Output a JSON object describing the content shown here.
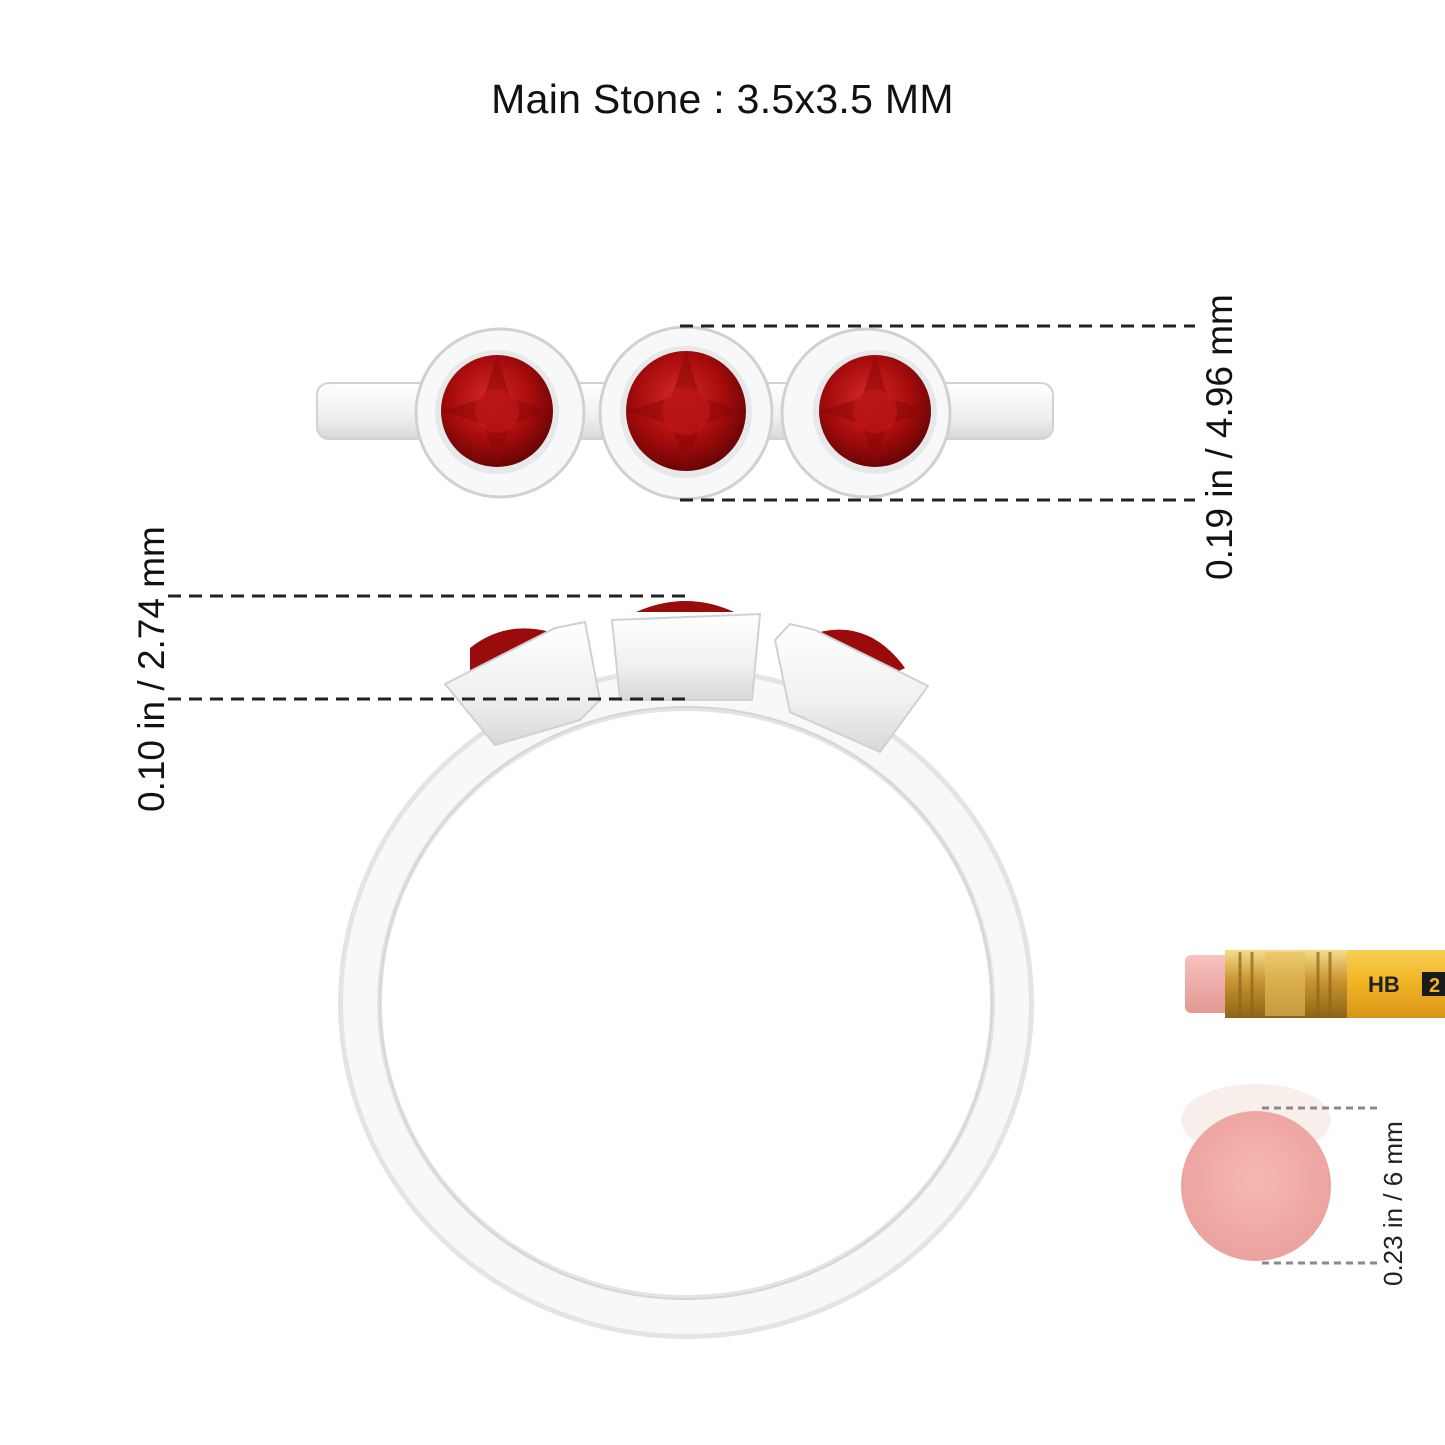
{
  "title": "Main Stone : 3.5x3.5 MM",
  "dimensions": {
    "width_label": "0.19 in / 4.96 mm",
    "height_label": "0.10 in / 2.74 mm",
    "eraser_label": "0.23 in / 6 mm"
  },
  "pencil": {
    "grade": "HB",
    "number": "2"
  },
  "colors": {
    "metal": "#f2f3f4",
    "metal_shadow": "#c9cbcd",
    "stone": "#b01010",
    "stone_dark": "#6e0606",
    "pencil_body": "#f5b82a",
    "ferrule": "#d9a93a",
    "eraser": "#f0aaa8"
  }
}
